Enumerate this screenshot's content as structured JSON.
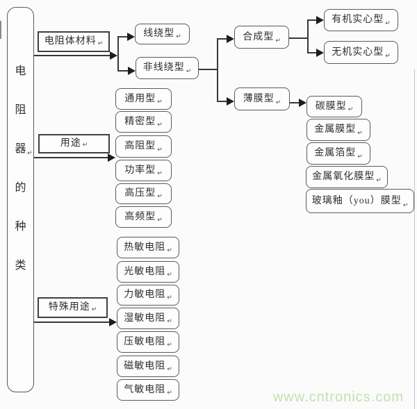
{
  "root": {
    "chars": [
      "电",
      "阻",
      "器",
      "的",
      "种",
      "类"
    ]
  },
  "meta": {
    "return_mark": "↵"
  },
  "branches": {
    "material": {
      "label": "电阻体材料"
    },
    "usage": {
      "label": "用途"
    },
    "special": {
      "label": "特殊用途"
    }
  },
  "nodes": {
    "wirewound": "线绕型",
    "nonwirewound": "非线绕型",
    "composite": "合成型",
    "thinfilm": "薄膜型",
    "organic_solid": "有机实心型",
    "inorganic_solid": "无机实心型",
    "carbon_film": "碳膜型",
    "metal_film": "金属膜型",
    "metal_foil": "金属箔型",
    "metal_oxide_film": "金属氧化膜型",
    "glass_glaze_film": "玻璃釉（you）膜型",
    "general": "通用型",
    "precision": "精密型",
    "high_resistance": "高阻型",
    "power": "功率型",
    "high_voltage": "高压型",
    "high_frequency": "高频型",
    "thermistor": "热敏电阻",
    "photoresistor": "光敏电阻",
    "force_sensitive": "力敏电阻",
    "humidity_sensitive": "湿敏电阻",
    "voltage_sensitive": "压敏电阻",
    "magnetic_sensitive": "磁敏电阻",
    "gas_sensitive": "气敏电阻"
  },
  "watermark": {
    "text": "www.cntronics.com",
    "color": "#c3e0ae"
  }
}
